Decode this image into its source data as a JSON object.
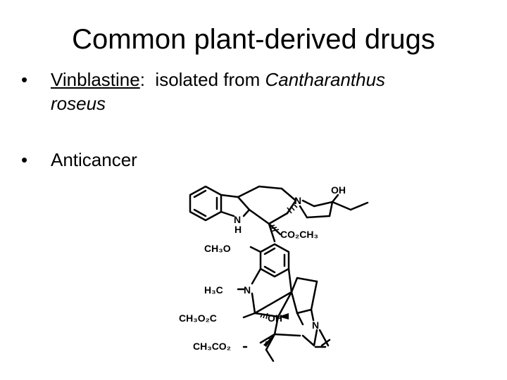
{
  "slide": {
    "title": "Common plant-derived drugs",
    "bullet_symbol": "•",
    "bullets": [
      {
        "term": "Vinblastine",
        "colon": ":",
        "text": "  isolated from ",
        "species_genus": "Cantharanthus",
        "species_epithet": "roseus"
      },
      {
        "text": "Anticancer"
      }
    ]
  },
  "structure": {
    "labels": {
      "oh_top": "OH",
      "n_top": "N",
      "nh_n": "N",
      "nh_h": "H",
      "co2ch3_top": "CO₂CH₃",
      "ch3o": "CH₃O",
      "h3c": "H₃C",
      "n_mid": "N",
      "ch3o2c": "CH₃O₂C",
      "oh_bottom": "OH",
      "n_right": "N",
      "ch3co2": "CH₃CO₂"
    }
  }
}
